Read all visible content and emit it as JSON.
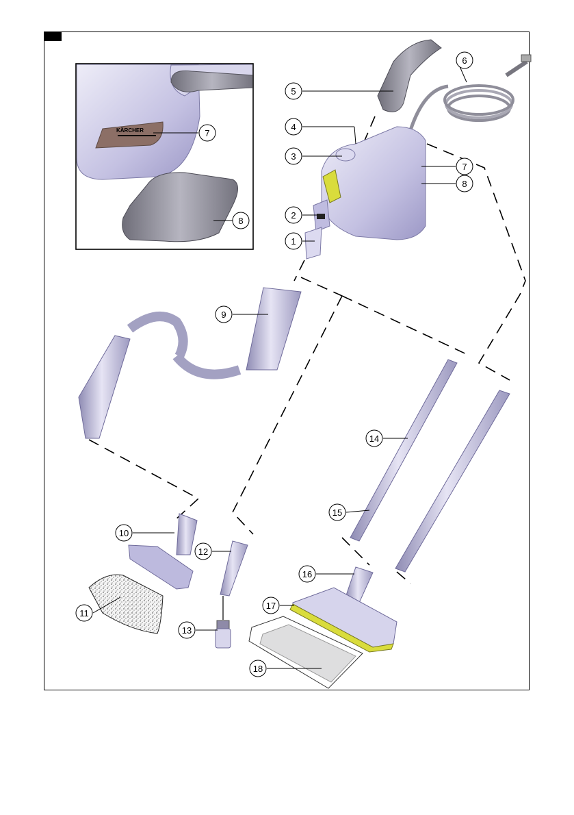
{
  "inset": {
    "brand_text": "KÄRCHER"
  },
  "callouts": [
    {
      "id": "c1",
      "label": "1"
    },
    {
      "id": "c2",
      "label": "2"
    },
    {
      "id": "c3",
      "label": "3"
    },
    {
      "id": "c4",
      "label": "4"
    },
    {
      "id": "c5",
      "label": "5"
    },
    {
      "id": "c6",
      "label": "6"
    },
    {
      "id": "c7a",
      "label": "7"
    },
    {
      "id": "c8a",
      "label": "8"
    },
    {
      "id": "c7b",
      "label": "7"
    },
    {
      "id": "c8b",
      "label": "8"
    },
    {
      "id": "c9",
      "label": "9"
    },
    {
      "id": "c10",
      "label": "10"
    },
    {
      "id": "c11",
      "label": "11"
    },
    {
      "id": "c12",
      "label": "12"
    },
    {
      "id": "c13",
      "label": "13"
    },
    {
      "id": "c14",
      "label": "14"
    },
    {
      "id": "c15",
      "label": "15"
    },
    {
      "id": "c16",
      "label": "16"
    },
    {
      "id": "c17",
      "label": "17"
    },
    {
      "id": "c18",
      "label": "18"
    }
  ],
  "colors": {
    "body": "#c9c6e4",
    "accent": "#d9dc3c",
    "hose_grey": "#9a99a6",
    "inset_panel": "#8c6f66"
  }
}
